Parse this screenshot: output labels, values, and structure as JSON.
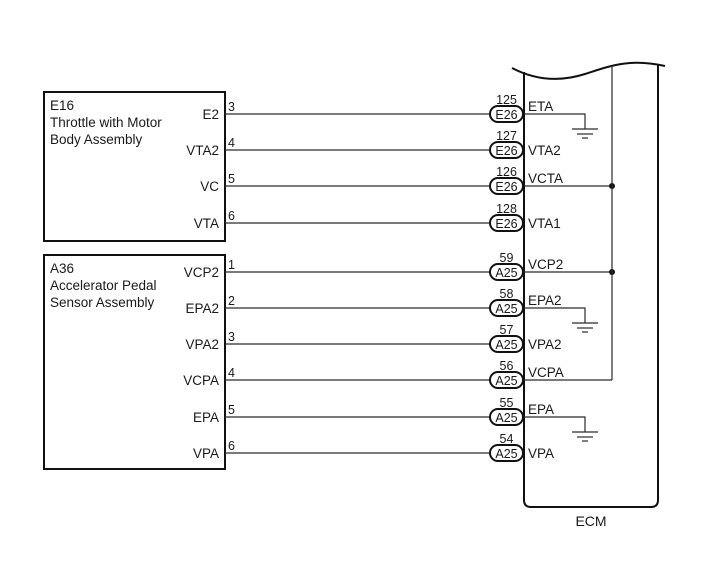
{
  "components": [
    {
      "id": "E16",
      "name_lines": [
        "E16",
        "Throttle with Motor",
        "Body Assembly"
      ],
      "pins": [
        {
          "num": "3",
          "name": "E2"
        },
        {
          "num": "4",
          "name": "VTA2"
        },
        {
          "num": "5",
          "name": "VC"
        },
        {
          "num": "6",
          "name": "VTA"
        }
      ]
    },
    {
      "id": "A36",
      "name_lines": [
        "A36",
        "Accelerator Pedal",
        "Sensor Assembly"
      ],
      "pins": [
        {
          "num": "1",
          "name": "VCP2"
        },
        {
          "num": "2",
          "name": "EPA2"
        },
        {
          "num": "3",
          "name": "VPA2"
        },
        {
          "num": "4",
          "name": "VCPA"
        },
        {
          "num": "5",
          "name": "EPA"
        },
        {
          "num": "6",
          "name": "VPA"
        }
      ]
    }
  ],
  "ecm": {
    "label": "ECM",
    "terminals": [
      {
        "connector": "E26",
        "pin": "125",
        "signal": "ETA",
        "ground": true,
        "bus": false
      },
      {
        "connector": "E26",
        "pin": "127",
        "signal": "VTA2",
        "ground": false,
        "bus": false
      },
      {
        "connector": "E26",
        "pin": "126",
        "signal": "VCTA",
        "ground": false,
        "bus": true,
        "junction": true
      },
      {
        "connector": "E26",
        "pin": "128",
        "signal": "VTA1",
        "ground": false,
        "bus": false
      },
      {
        "connector": "A25",
        "pin": "59",
        "signal": "VCP2",
        "ground": false,
        "bus": true,
        "junction": true
      },
      {
        "connector": "A25",
        "pin": "58",
        "signal": "EPA2",
        "ground": true,
        "bus": false
      },
      {
        "connector": "A25",
        "pin": "57",
        "signal": "VPA2",
        "ground": false,
        "bus": false
      },
      {
        "connector": "A25",
        "pin": "56",
        "signal": "VCPA",
        "ground": false,
        "bus": true,
        "junction": false
      },
      {
        "connector": "A25",
        "pin": "55",
        "signal": "EPA",
        "ground": true,
        "bus": false
      },
      {
        "connector": "A25",
        "pin": "54",
        "signal": "VPA",
        "ground": false,
        "bus": false
      }
    ]
  },
  "icons": {
    "ground": "ground-symbol-icon",
    "junction": "junction-dot-icon"
  }
}
